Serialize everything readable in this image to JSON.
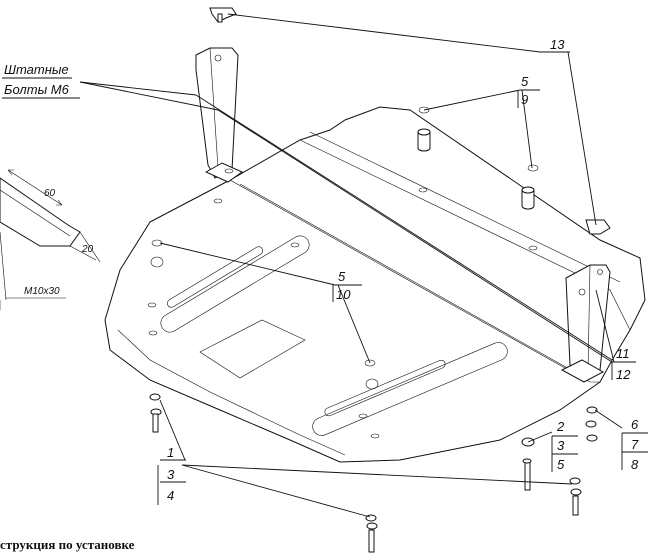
{
  "callouts": {
    "c13": "13",
    "top_right_upper": "5",
    "top_right_lower": "9",
    "mid_upper": "5",
    "mid_lower": "10",
    "right_11": "11",
    "right_12": "12",
    "r2": "2",
    "r3": "3",
    "r5": "5",
    "r6": "6",
    "r7": "7",
    "r8": "8",
    "left1": "1",
    "left3": "3",
    "left4": "4"
  },
  "note_bolts_line1": "Штатные",
  "note_bolts_line2": "Болты М6",
  "detail": {
    "dim_length": "60",
    "dim_width": "20",
    "bolt_size": "M10x30"
  },
  "caption": "струкция по установке"
}
